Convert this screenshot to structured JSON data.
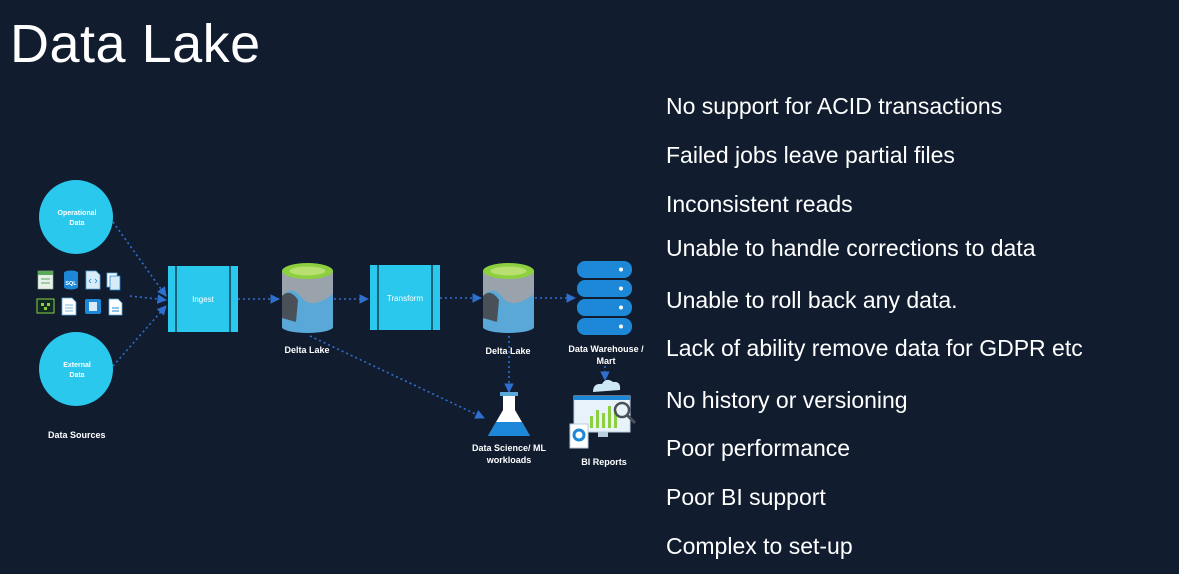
{
  "title": "Data Lake",
  "diagram": {
    "sources": {
      "operational": [
        "Operational",
        "Data"
      ],
      "external": [
        "External",
        "Data"
      ],
      "label": "Data Sources",
      "icons": [
        "spreadsheet-icon",
        "sql-database-icon",
        "code-file-icon",
        "documents-icon",
        "dataflow-icon",
        "text-file-icon",
        "storage-icon",
        "file-icon"
      ],
      "sql_text": "SQL"
    },
    "ingest": "Ingest",
    "delta_lake_1": "Delta Lake",
    "transform": "Transform",
    "delta_lake_2": "Delta Lake",
    "warehouse": [
      "Data Warehouse /",
      "Mart"
    ],
    "data_science": [
      "Data Science/ ML",
      "workloads"
    ],
    "bi_reports": "BI Reports",
    "colors": {
      "cyan": "#29c8ec",
      "lake_green": "#8ccf3f",
      "lake_blue": "#5aa8d8",
      "lake_gray": "#9aa3ab",
      "warehouse_blue": "#1e88d8",
      "arrow": "#2f6fd0"
    }
  },
  "bullets": [
    "No support for ACID transactions",
    "Failed jobs leave partial files",
    "Inconsistent reads",
    "Unable to handle corrections to data",
    "Unable to roll back any data.",
    "Lack of ability remove data for GDPR etc",
    "No history or versioning",
    "Poor performance",
    "Poor BI support",
    "Complex to set-up"
  ]
}
